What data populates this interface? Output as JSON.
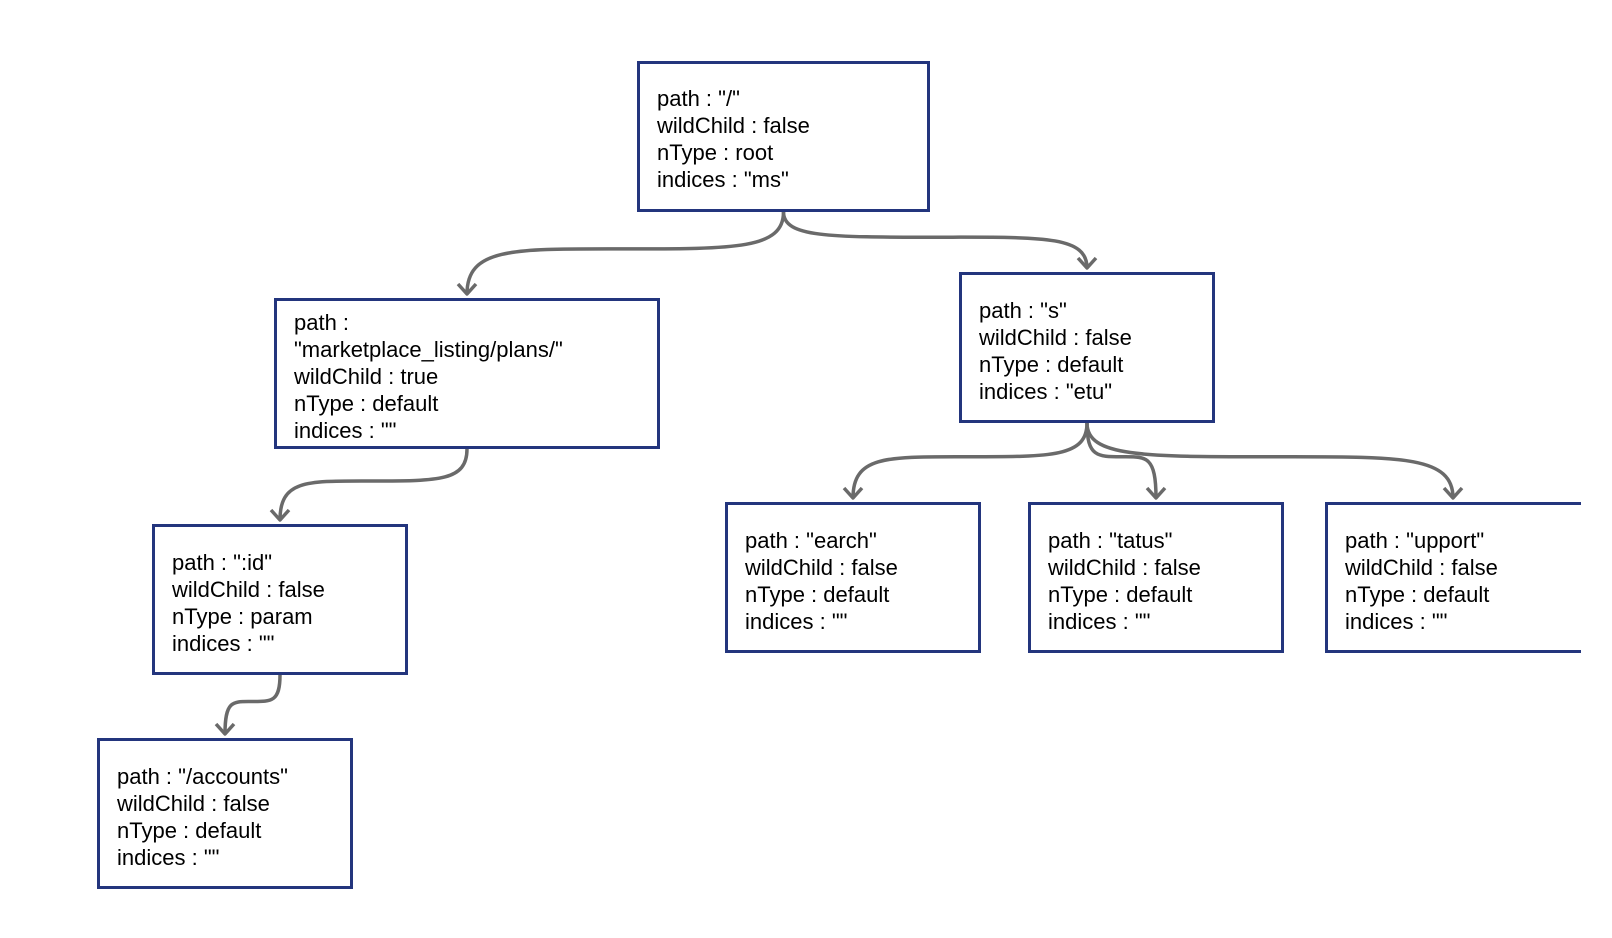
{
  "diagram": {
    "edge_color": "#6a6a6a",
    "border_color": "#23357d",
    "nodes": [
      {
        "id": "root",
        "lines": [
          "path : \"/\"",
          "wildChild : false",
          "nType : root",
          "indices : \"ms\""
        ]
      },
      {
        "id": "marketplace",
        "lines": [
          "path :",
          "\"marketplace_listing/plans/\"",
          "wildChild : true",
          "nType : default",
          "indices : \"\""
        ]
      },
      {
        "id": "s",
        "lines": [
          "path : \"s\"",
          "wildChild : false",
          "nType : default",
          "indices : \"etu\""
        ]
      },
      {
        "id": "id",
        "lines": [
          "path : \":id\"",
          "wildChild : false",
          "nType : param",
          "indices : \"\""
        ]
      },
      {
        "id": "accounts",
        "lines": [
          "path : \"/accounts\"",
          "wildChild : false",
          "nType : default",
          "indices : \"\""
        ]
      },
      {
        "id": "earch",
        "lines": [
          "path : \"earch\"",
          "wildChild : false",
          "nType : default",
          "indices : \"\""
        ]
      },
      {
        "id": "tatus",
        "lines": [
          "path : \"tatus\"",
          "wildChild : false",
          "nType : default",
          "indices : \"\""
        ]
      },
      {
        "id": "upport",
        "lines": [
          "path : \"upport\"",
          "wildChild : false",
          "nType : default",
          "indices : \"\""
        ]
      }
    ],
    "edges": [
      {
        "from": "root",
        "to": "marketplace"
      },
      {
        "from": "root",
        "to": "s"
      },
      {
        "from": "marketplace",
        "to": "id"
      },
      {
        "from": "id",
        "to": "accounts"
      },
      {
        "from": "s",
        "to": "earch"
      },
      {
        "from": "s",
        "to": "tatus"
      },
      {
        "from": "s",
        "to": "upport"
      }
    ]
  }
}
